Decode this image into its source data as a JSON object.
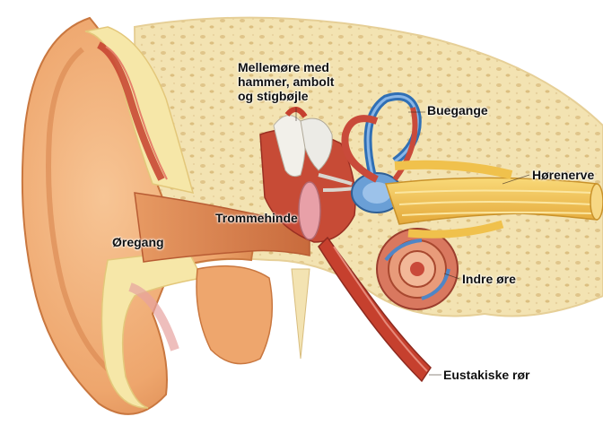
{
  "diagram": {
    "labels": {
      "middle_ear_line1": "Mellemøre med",
      "middle_ear_line2": "hammer, ambolt",
      "middle_ear_line3": "og stigbøjle",
      "semicircular_canals": "Buegange",
      "auditory_nerve": "Hørenerve",
      "eardrum": "Trommehinde",
      "ear_canal": "Øregang",
      "inner_ear": "Indre øre",
      "eustachian_tube": "Eustakiske rør"
    },
    "colors": {
      "skin": "#f2b27a",
      "skin_shadow": "#d98a52",
      "cartilage": "#f6e7a8",
      "bone": "#f3e3b2",
      "bone_spots": "#e2c88a",
      "muscle": "#c6402e",
      "nerve": "#f0c14c",
      "canal_blue": "#4f86c6",
      "inner_red": "#c94a3a"
    }
  }
}
